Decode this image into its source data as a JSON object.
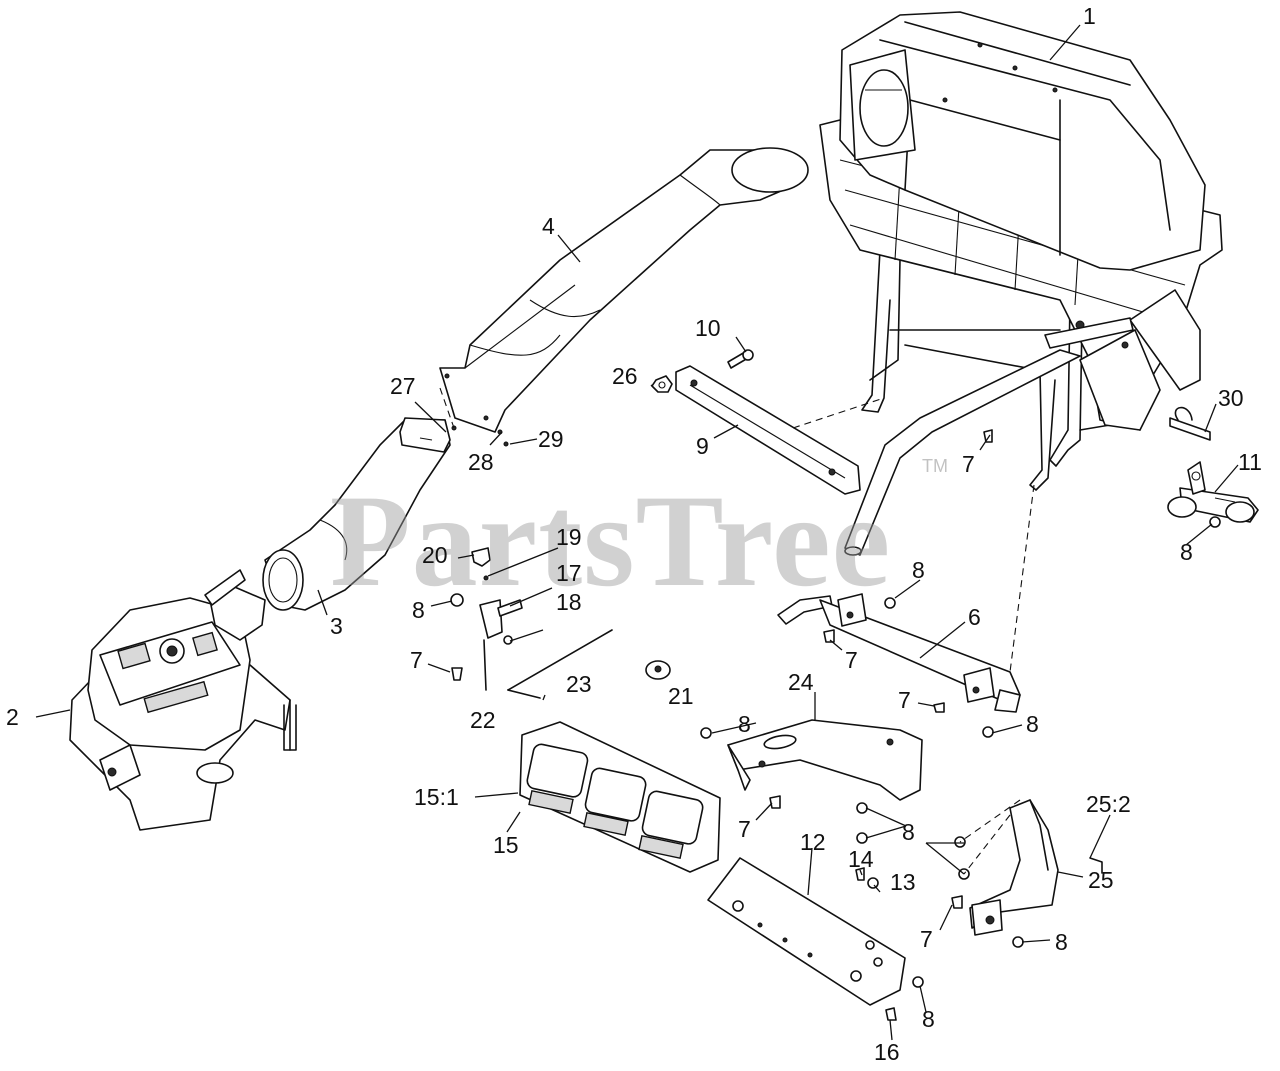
{
  "watermark": {
    "text": "PartsTree",
    "trademark": "TM",
    "color": "#9a9a9a"
  },
  "callouts": [
    {
      "id": "c1",
      "label": "1"
    },
    {
      "id": "c2",
      "label": "2"
    },
    {
      "id": "c3",
      "label": "3"
    },
    {
      "id": "c4",
      "label": "4"
    },
    {
      "id": "c6",
      "label": "6"
    },
    {
      "id": "c7a",
      "label": "7"
    },
    {
      "id": "c7b",
      "label": "7"
    },
    {
      "id": "c7c",
      "label": "7"
    },
    {
      "id": "c7d",
      "label": "7"
    },
    {
      "id": "c7e",
      "label": "7"
    },
    {
      "id": "c7f",
      "label": "7"
    },
    {
      "id": "c8a",
      "label": "8"
    },
    {
      "id": "c8b",
      "label": "8"
    },
    {
      "id": "c8c",
      "label": "8"
    },
    {
      "id": "c8d",
      "label": "8"
    },
    {
      "id": "c8e",
      "label": "8"
    },
    {
      "id": "c8f",
      "label": "8"
    },
    {
      "id": "c8g",
      "label": "8"
    },
    {
      "id": "c8h",
      "label": "8"
    },
    {
      "id": "c9",
      "label": "9"
    },
    {
      "id": "c10",
      "label": "10"
    },
    {
      "id": "c11",
      "label": "11"
    },
    {
      "id": "c12",
      "label": "12"
    },
    {
      "id": "c13",
      "label": "13"
    },
    {
      "id": "c14",
      "label": "14"
    },
    {
      "id": "c15",
      "label": "15"
    },
    {
      "id": "c151",
      "label": "15:1"
    },
    {
      "id": "c16",
      "label": "16"
    },
    {
      "id": "c17",
      "label": "17"
    },
    {
      "id": "c18",
      "label": "18"
    },
    {
      "id": "c19",
      "label": "19"
    },
    {
      "id": "c20",
      "label": "20"
    },
    {
      "id": "c21",
      "label": "21"
    },
    {
      "id": "c22",
      "label": "22"
    },
    {
      "id": "c23",
      "label": "23"
    },
    {
      "id": "c24",
      "label": "24"
    },
    {
      "id": "c25",
      "label": "25"
    },
    {
      "id": "c252",
      "label": "25:2"
    },
    {
      "id": "c26",
      "label": "26"
    },
    {
      "id": "c27",
      "label": "27"
    },
    {
      "id": "c28",
      "label": "28"
    },
    {
      "id": "c29",
      "label": "29"
    },
    {
      "id": "c30",
      "label": "30"
    }
  ]
}
